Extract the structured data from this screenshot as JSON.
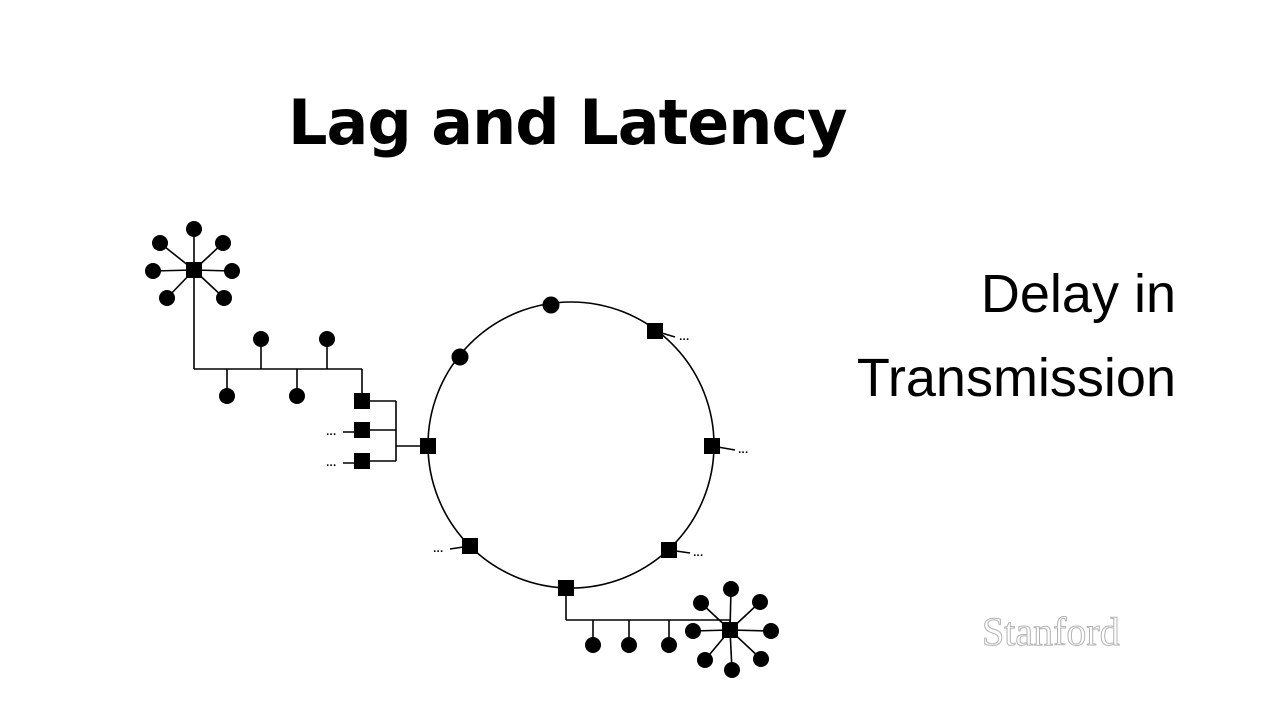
{
  "slide": {
    "title": "Lag and Latency",
    "subtitle_line1": "Delay in",
    "subtitle_line2": "Transmission",
    "watermark": "Stanford"
  },
  "colors": {
    "background": "#ffffff",
    "text": "#000000",
    "diagram": "#000000",
    "watermark_outline": "#b4b4b4"
  },
  "diagram": {
    "topologies": [
      "star",
      "bus",
      "ring",
      "bus",
      "star"
    ],
    "continuation_marker": "..."
  }
}
